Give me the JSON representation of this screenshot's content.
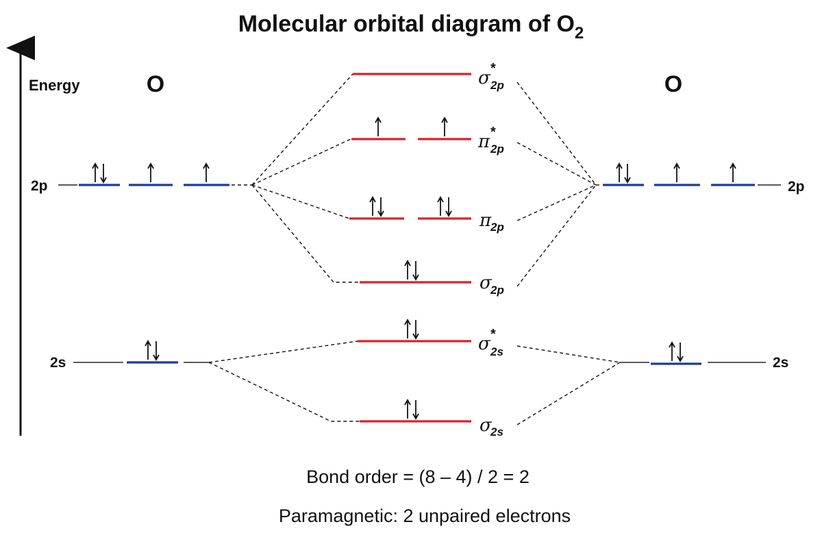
{
  "title": {
    "text": "Molecular orbital diagram of O",
    "subscript": "2"
  },
  "axis": {
    "label": "Energy"
  },
  "atoms": {
    "left": "O",
    "right": "O"
  },
  "atomic_levels": {
    "left_2p": "2p",
    "right_2p": "2p",
    "left_2s": "2s",
    "right_2s": "2s"
  },
  "mo_labels": {
    "sigma_star_2p": {
      "symbol": "σ",
      "star": "*",
      "sub": "2p"
    },
    "pi_star_2p": {
      "symbol": "π",
      "star": "*",
      "sub": "2p"
    },
    "pi_2p": {
      "symbol": "π",
      "sub": "2p"
    },
    "sigma_2p": {
      "symbol": "σ",
      "sub": "2p"
    },
    "sigma_star_2s": {
      "symbol": "σ",
      "star": "*",
      "sub": "2s"
    },
    "sigma_2s": {
      "symbol": "σ",
      "sub": "2s"
    }
  },
  "electrons": {
    "left_2p": [
      2,
      1,
      1
    ],
    "left_2s": [
      2
    ],
    "right_2p": [
      2,
      1,
      1
    ],
    "right_2s": [
      2
    ],
    "sigma_star_2p": [
      0
    ],
    "pi_star_2p": [
      1,
      1
    ],
    "pi_2p": [
      2,
      2
    ],
    "sigma_2p": [
      2
    ],
    "sigma_star_2s": [
      2
    ],
    "sigma_2s": [
      2
    ]
  },
  "captions": {
    "bond_order": "Bond order  =  (8 – 4)  /  2  =  2",
    "magnetism": "Paramagnetic:  2  unpaired electrons"
  },
  "colors": {
    "atomic_orbital": "#1f3a9a",
    "molecular_orbital": "#d9232d",
    "text": "#111111"
  }
}
